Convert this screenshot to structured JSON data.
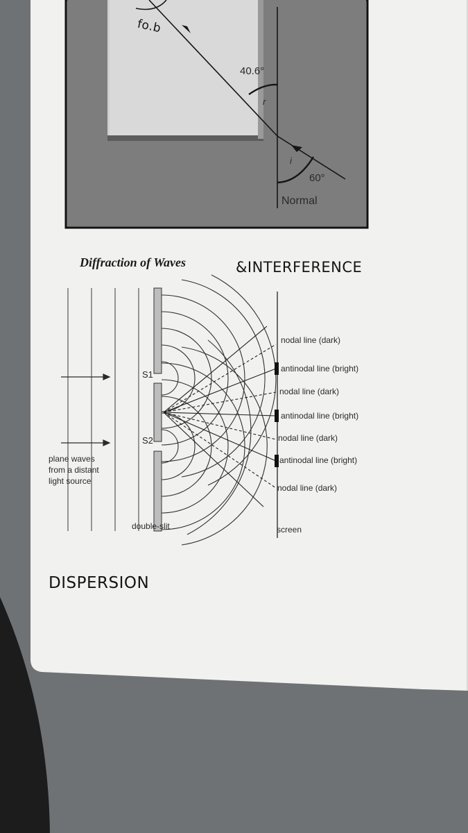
{
  "refraction": {
    "angle_refracted": "40.6°",
    "angle_incident": "60°",
    "label_r": "r",
    "label_i": "i",
    "normal_label": "Normal",
    "handwritten_note": "fo.b"
  },
  "section": {
    "title": "Diffraction of Waves",
    "handwritten_addition": "&INTERFERENCE"
  },
  "diagram": {
    "source_label": [
      "plane waves",
      "from a distant",
      "light source"
    ],
    "slit_labels": [
      "S1",
      "S2"
    ],
    "slit_caption": "double-slit",
    "screen_caption": "screen",
    "line_labels": [
      "nodal line (dark)",
      "antinodal line (bright)",
      "nodal line (dark)",
      "antinodal line (bright)",
      "nodal line (dark)",
      "antinodal line (bright)",
      "nodal line (dark)"
    ]
  },
  "footer": {
    "handwritten_heading": "DISPERSION"
  }
}
